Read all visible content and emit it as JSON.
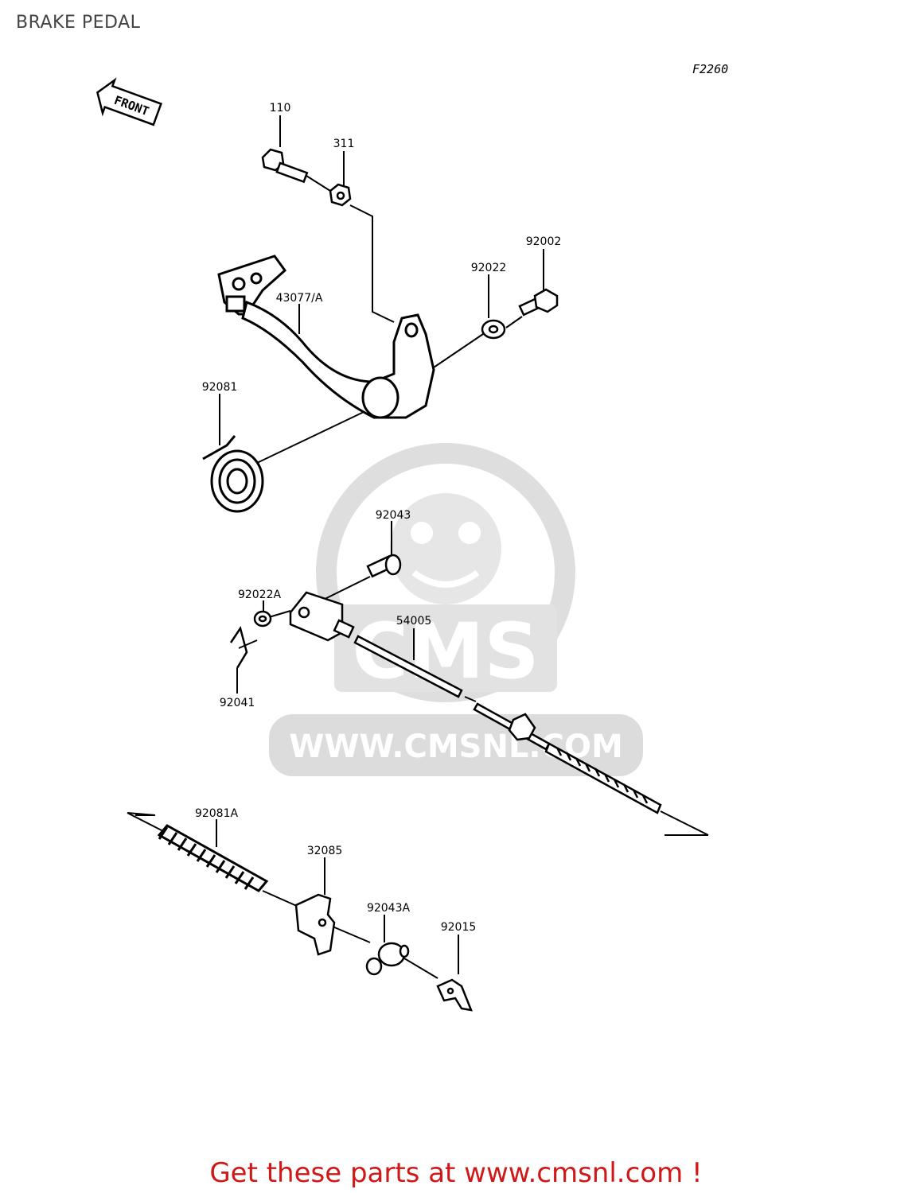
{
  "header": {
    "title": "BRAKE PEDAL",
    "figure_code": "F2260"
  },
  "diagram": {
    "front_arrow_label": "FRONT",
    "parts": [
      {
        "id": "110"
      },
      {
        "id": "311"
      },
      {
        "id": "92002"
      },
      {
        "id": "92022"
      },
      {
        "id": "43077/A"
      },
      {
        "id": "92081"
      },
      {
        "id": "92043"
      },
      {
        "id": "92022A"
      },
      {
        "id": "54005"
      },
      {
        "id": "92041"
      },
      {
        "id": "92081A"
      },
      {
        "id": "32085"
      },
      {
        "id": "92043A"
      },
      {
        "id": "92015"
      }
    ]
  },
  "watermark": {
    "brand": "CMS",
    "url": "WWW.CMSNL.COM",
    "color": "#d8d8d8"
  },
  "footer": {
    "text": "Get these parts at www.cmsnl.com !",
    "color": "#d01818"
  }
}
